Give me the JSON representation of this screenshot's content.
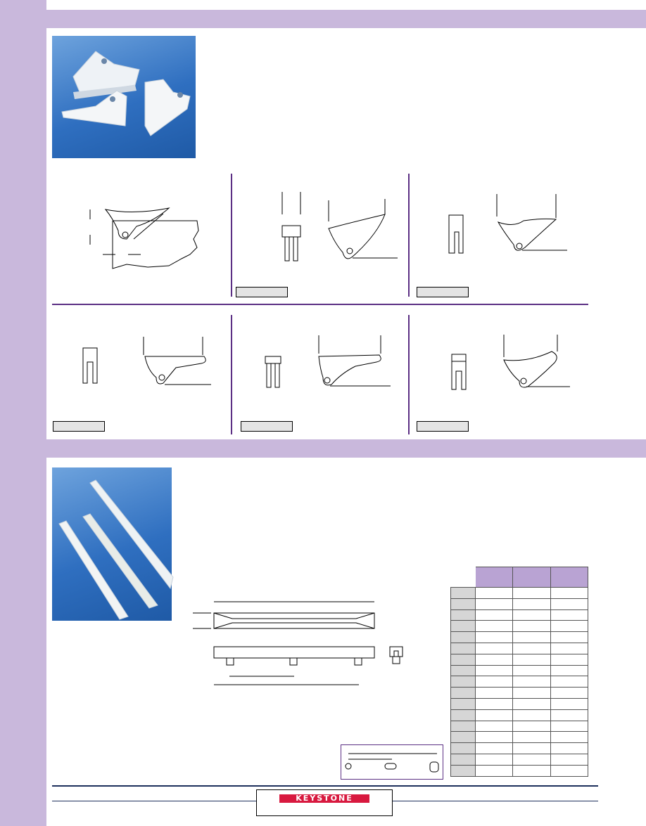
{
  "brand": {
    "logo_text": "KEYSTONE",
    "logo_color": "#d8193f"
  },
  "colors": {
    "band": "#c9b8dc",
    "table_header": "#b9a3d3",
    "divider": "#5b2f84",
    "footer_rule": "#1d2f5c"
  },
  "section_top": {
    "photo": "white plastic card guide clips",
    "figure_label_boxes": [
      "",
      "",
      "",
      "",
      "",
      ""
    ]
  },
  "section_bottom": {
    "photo": "white plastic card guide rails",
    "table": {
      "columns": 4,
      "rows": 17
    }
  }
}
